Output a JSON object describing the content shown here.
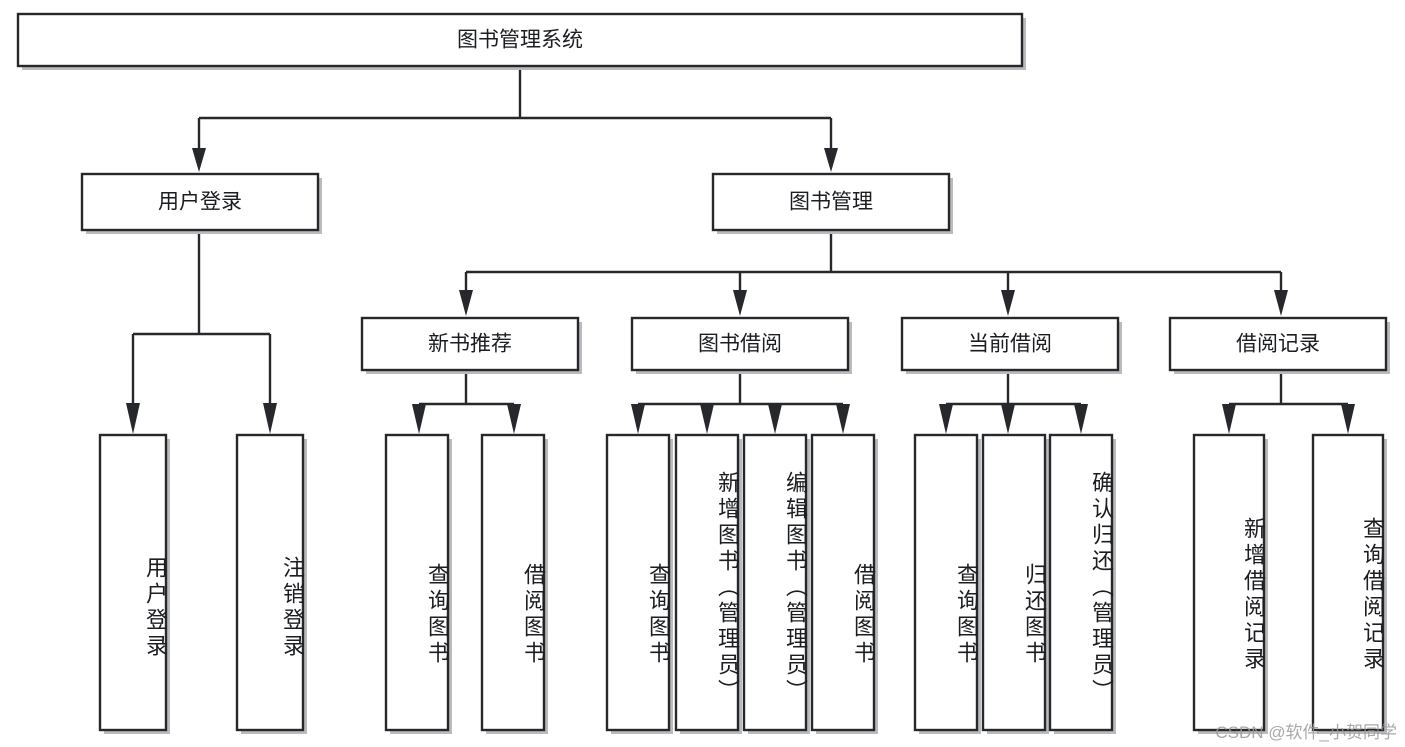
{
  "diagram": {
    "title": "图书管理系统",
    "watermark": "CSDN @软件_小贺同学",
    "colors": {
      "stroke": "#26282c",
      "box_fill": "#ffffff",
      "shadow": "#b9bbbd",
      "text": "#1b1d20",
      "background": "#ffffff",
      "watermark": "#9a9a9a"
    },
    "root": {
      "label": "图书管理系统"
    },
    "level1": [
      {
        "label": "用户登录"
      },
      {
        "label": "图书管理"
      }
    ],
    "level2": [
      {
        "label": "新书推荐"
      },
      {
        "label": "图书借阅"
      },
      {
        "label": "当前借阅"
      },
      {
        "label": "借阅记录"
      }
    ],
    "leaves": {
      "user_login": [
        {
          "label": "用户登录"
        },
        {
          "label": "注销登录"
        }
      ],
      "new_book_recommend": [
        {
          "label": "查询图书"
        },
        {
          "label": "借阅图书"
        }
      ],
      "book_borrow": [
        {
          "label": "查询图书"
        },
        {
          "label": "新增图书（管理员）"
        },
        {
          "label": "编辑图书（管理员）"
        },
        {
          "label": "借阅图书"
        }
      ],
      "current_borrow": [
        {
          "label": "查询图书"
        },
        {
          "label": "归还图书"
        },
        {
          "label": "确认归还（管理员）"
        }
      ],
      "borrow_record": [
        {
          "label": "新增借阅记录"
        },
        {
          "label": "查询借阅记录"
        }
      ]
    }
  }
}
